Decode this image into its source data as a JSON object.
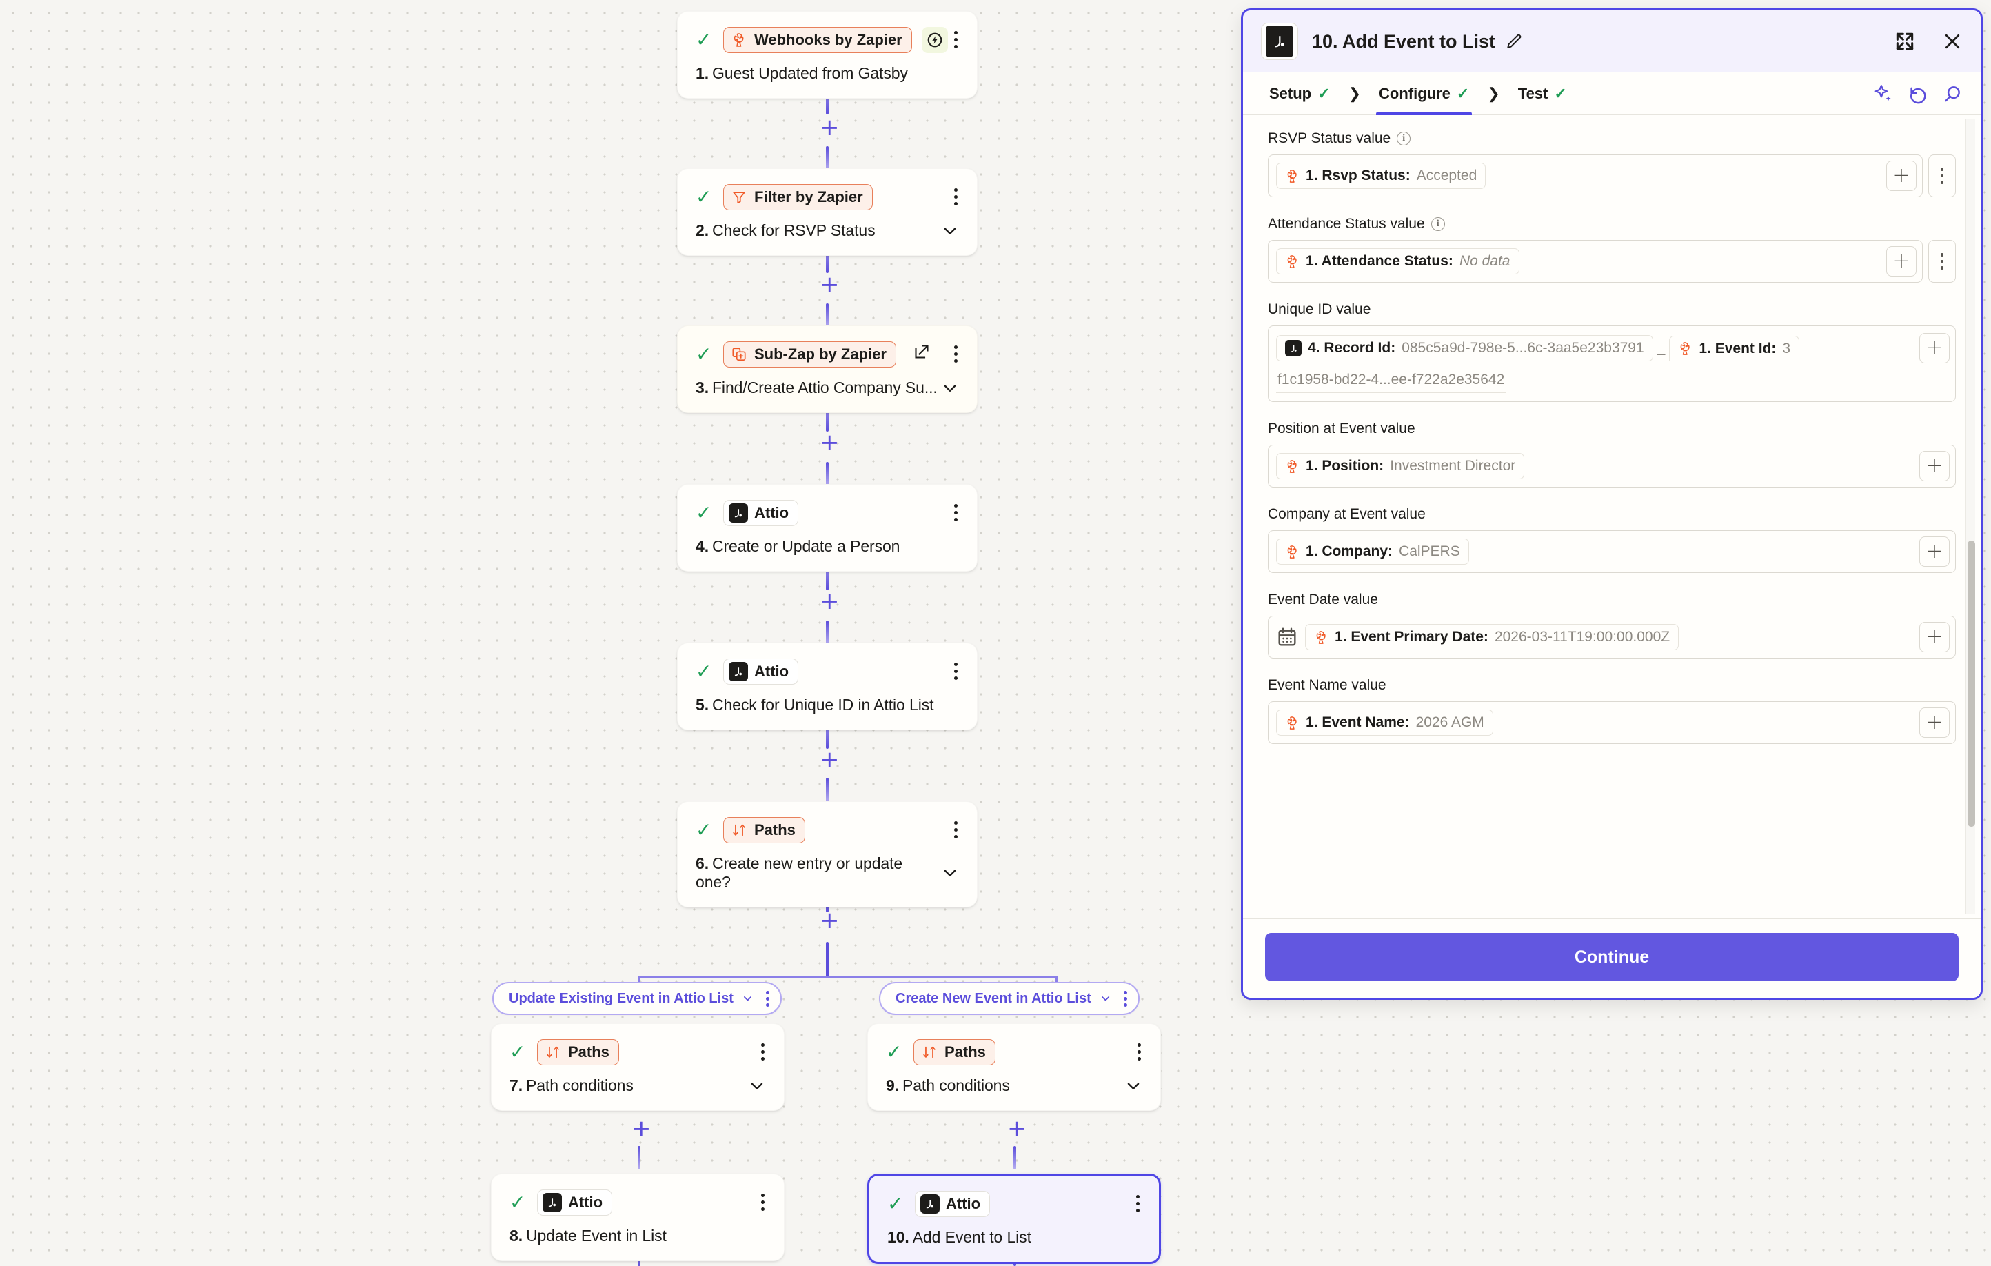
{
  "canvas": {
    "nodes": [
      {
        "num": "1.",
        "title": "Guest Updated from Gatsby",
        "app": "Webhooks by Zapier",
        "icon": "zapier-webhooks-icon",
        "badge": "instant-trigger-bolt-icon",
        "chev": false,
        "ext": false
      },
      {
        "num": "2.",
        "title": "Check for RSVP Status",
        "app": "Filter by Zapier",
        "icon": "filter-icon",
        "badge": null,
        "chev": true,
        "ext": false
      },
      {
        "num": "3.",
        "title": "Find/Create Attio Company Su...",
        "app": "Sub-Zap by Zapier",
        "icon": "sub-zap-icon",
        "badge": null,
        "chev": true,
        "ext": true
      },
      {
        "num": "4.",
        "title": "Create or Update a Person",
        "app": "Attio",
        "icon": "attio-icon",
        "badge": null,
        "chev": false,
        "ext": false
      },
      {
        "num": "5.",
        "title": "Check for Unique ID in Attio List",
        "app": "Attio",
        "icon": "attio-icon",
        "badge": null,
        "chev": false,
        "ext": false
      },
      {
        "num": "6.",
        "title": "Create new entry or update one?",
        "app": "Paths",
        "icon": "paths-icon",
        "badge": null,
        "chev": true,
        "ext": false
      }
    ],
    "branches": [
      {
        "pill": "Update Existing Event in Attio List",
        "nodes": [
          {
            "num": "7.",
            "title": "Path conditions",
            "app": "Paths",
            "icon": "paths-icon",
            "chev": true
          },
          {
            "num": "8.",
            "title": "Update Event in List",
            "app": "Attio",
            "icon": "attio-icon",
            "chev": false
          }
        ]
      },
      {
        "pill": "Create New Event in Attio List",
        "nodes": [
          {
            "num": "9.",
            "title": "Path conditions",
            "app": "Paths",
            "icon": "paths-icon",
            "chev": true
          },
          {
            "num": "10.",
            "title": "Add Event to List",
            "app": "Attio",
            "icon": "attio-icon",
            "chev": false,
            "selected": true
          }
        ]
      }
    ]
  },
  "panel": {
    "app_icon": "attio-icon",
    "title": "10. Add Event to List",
    "edit_icon": "pencil-icon",
    "expand_icon": "expand-icon",
    "close_icon": "close-icon",
    "tabs": [
      {
        "label": "Setup",
        "done": true,
        "active": false
      },
      {
        "label": "Configure",
        "done": true,
        "active": true
      },
      {
        "label": "Test",
        "done": true,
        "active": false
      }
    ],
    "tools": [
      {
        "name": "ai-sparkle-icon"
      },
      {
        "name": "undo-icon"
      },
      {
        "name": "search-icon"
      }
    ],
    "fields": [
      {
        "label": "RSVP Status value",
        "info": true,
        "kind": "simple",
        "tokens": [
          {
            "icon": "zapier-icon",
            "label": "1. Rsvp Status:",
            "value": "Accepted",
            "nodata": false
          }
        ],
        "plus": "+",
        "dots": true
      },
      {
        "label": "Attendance Status value",
        "info": true,
        "kind": "simple",
        "tokens": [
          {
            "icon": "zapier-icon",
            "label": "1. Attendance Status:",
            "value": "No data",
            "nodata": true
          }
        ],
        "plus": "+",
        "dots": true
      },
      {
        "label": "Unique ID value",
        "info": false,
        "kind": "wrap",
        "tokens": [
          {
            "icon": "attio-icon",
            "label": "4. Record Id:",
            "value": "085c5a9d-798e-5...6c-3aa5e23b3791",
            "nodata": false
          },
          {
            "sep": "_"
          },
          {
            "icon": "zapier-icon",
            "label": "1. Event Id:",
            "value": "3",
            "nodata": false
          },
          {
            "continuation": "f1c1958-bd22-4...ee-f722a2e35642"
          }
        ],
        "plus": "+",
        "dots": false
      },
      {
        "label": "Position at Event value",
        "info": false,
        "kind": "simple",
        "tokens": [
          {
            "icon": "zapier-icon",
            "label": "1. Position:",
            "value": "Investment Director",
            "nodata": false
          }
        ],
        "plus": "+",
        "dots": false
      },
      {
        "label": "Company at Event value",
        "info": false,
        "kind": "simple",
        "tokens": [
          {
            "icon": "zapier-icon",
            "label": "1. Company:",
            "value": "CalPERS",
            "nodata": false
          }
        ],
        "plus": "+",
        "dots": false
      },
      {
        "label": "Event Date value",
        "info": false,
        "kind": "date",
        "leading_icon": "calendar-icon",
        "tokens": [
          {
            "icon": "zapier-icon",
            "label": "1. Event Primary Date:",
            "value": "2026-03-11T19:00:00.000Z",
            "nodata": false
          }
        ],
        "plus": "+",
        "dots": false
      },
      {
        "label": "Event Name value",
        "info": false,
        "kind": "simple",
        "tokens": [
          {
            "icon": "zapier-icon",
            "label": "1. Event Name:",
            "value": "2026 AGM",
            "nodata": false
          }
        ],
        "plus": "+",
        "dots": false
      }
    ],
    "continue_label": "Continue"
  },
  "colors": {
    "accent": "#4f46e5",
    "button": "#6257e0",
    "zapier_orange": "#e8805b",
    "check_green": "#1f9d55",
    "canvas_bg": "#f6f5f2"
  }
}
